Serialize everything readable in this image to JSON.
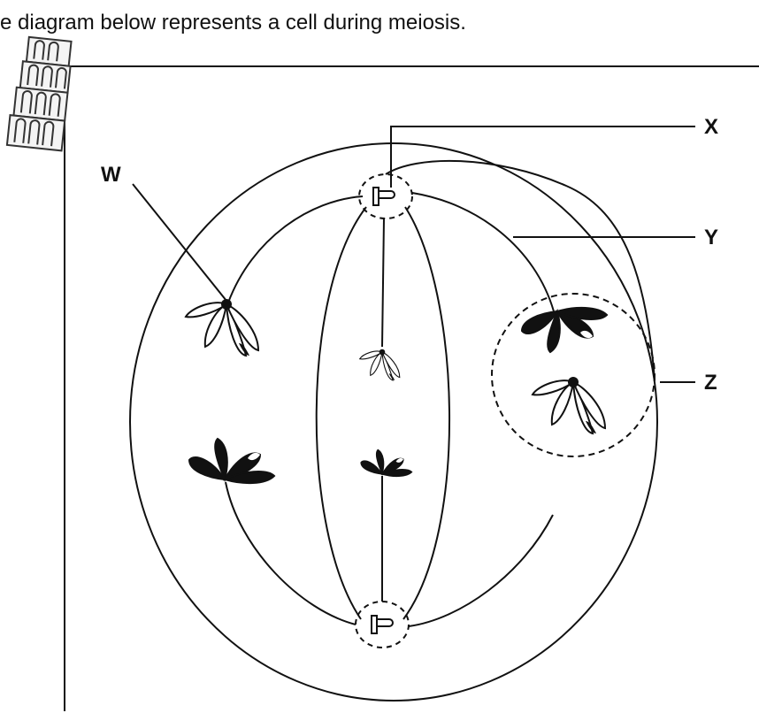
{
  "caption": "e diagram below represents a cell during meiosis.",
  "labels": {
    "w": "W",
    "x": "X",
    "y": "Y",
    "z": "Z"
  },
  "colors": {
    "ink": "#111111",
    "background": "#ffffff"
  },
  "logo": {
    "icon": "leaning-tower-icon"
  }
}
